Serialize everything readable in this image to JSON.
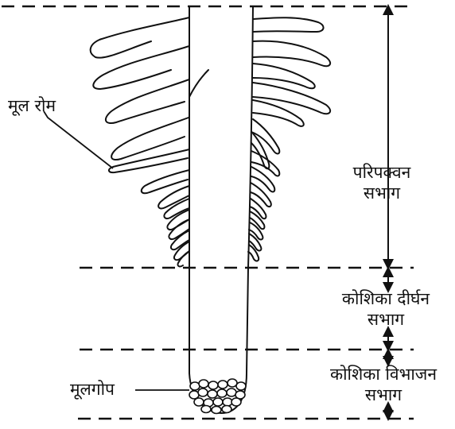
{
  "labels": {
    "root_hair": "मूल रोम",
    "maturation_zone_line1": "परिपक्वन",
    "maturation_zone_line2": "सभाग",
    "elongation_zone_line1": "कोशिका दीर्घन",
    "elongation_zone_line2": "सभाग",
    "division_zone_line1": "कोशिका विभाजन",
    "division_zone_line2": "सभाग",
    "root_cap": "मूलगोप"
  },
  "colors": {
    "ink": "#111111",
    "background": "#ffffff"
  }
}
